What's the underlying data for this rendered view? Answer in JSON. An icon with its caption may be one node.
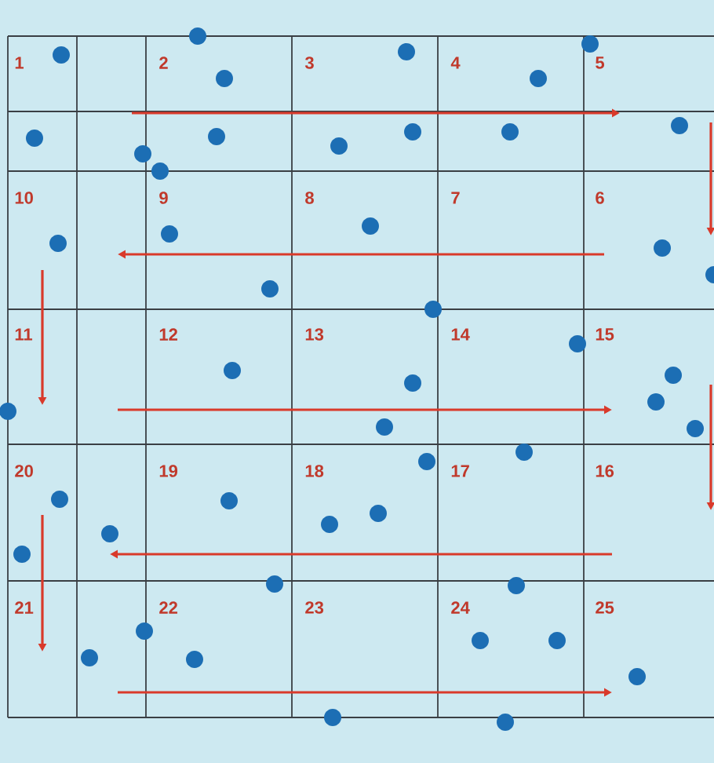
{
  "diagram": {
    "labels": [
      "1",
      "2",
      "3",
      "4",
      "5",
      "10",
      "9",
      "8",
      "7",
      "6",
      "11",
      "12",
      "13",
      "14",
      "15",
      "20",
      "19",
      "18",
      "17",
      "16",
      "21",
      "22",
      "23",
      "24",
      "25"
    ]
  }
}
